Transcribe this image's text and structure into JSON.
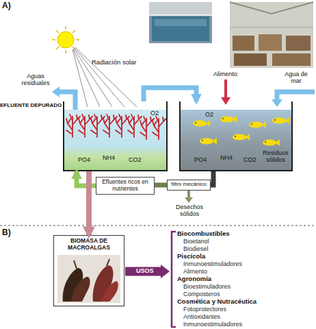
{
  "diagram": {
    "nodes": [
      {
        "text": [
          "O2",
          "PO4",
          "NH4",
          "CO2"
        ]
      },
      {
        "text": [
          "O2",
          "PO4",
          "NH4",
          "CO2",
          "Residuos sólidos"
        ]
      },
      {
        "text": [
          "Efluentes ricos en nutrientes"
        ]
      },
      {
        "text": [
          "filtro mecánico"
        ]
      },
      {
        "text": [
          "BIOMASA DE MACROALGAS"
        ]
      }
    ],
    "edges": [
      {
        "from": 0,
        "to": 1,
        "arrow": "to"
      },
      {
        "from": 1,
        "to": 3,
        "arrow": "none"
      },
      {
        "from": 3,
        "to": 2,
        "arrow": "none"
      },
      {
        "from": 2,
        "to": 0,
        "arrow": "to"
      },
      {
        "from": 0,
        "to": 4,
        "arrow": "to"
      }
    ],
    "labels": [
      "A)",
      "Radiación solar",
      "Aguas residuales",
      "EFLUENTE DEPURADO",
      "Alimento",
      "Agua de mar",
      "Desechos sólidos",
      "B)",
      "USOS",
      "Biocombustibles",
      "Bioetanol",
      "Biodiesel",
      "Piscícola",
      "Inmunoestimuladores",
      "Alimento",
      "Agronomía",
      "Bioestimuladores",
      "Composteros",
      "Cosmética y Nutracéutica",
      "Fotoprotectores",
      "Antioxidantes",
      "Inmunoestimuladores"
    ]
  }
}
